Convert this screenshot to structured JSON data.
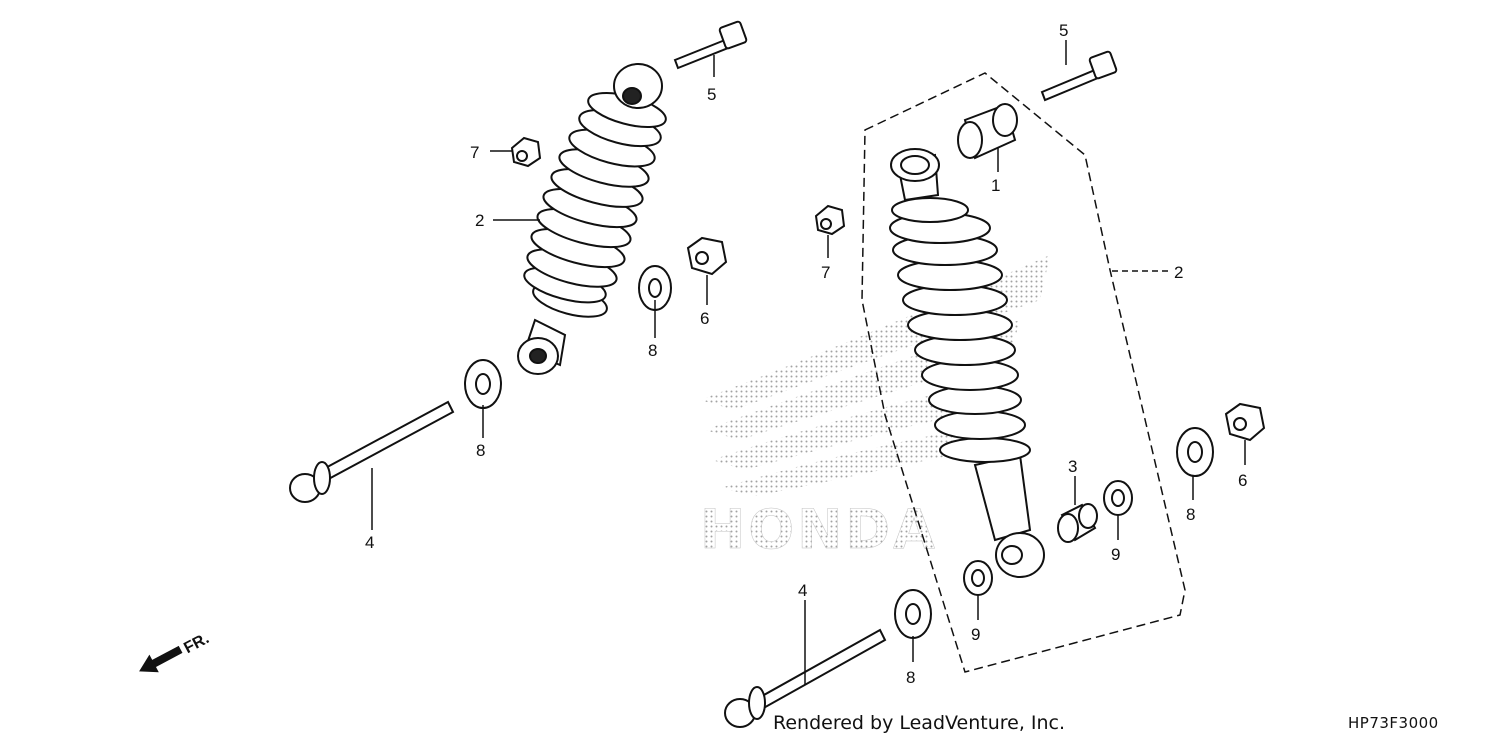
{
  "diagram": {
    "callouts": [
      {
        "id": "l-5a",
        "label": "5"
      },
      {
        "id": "l-7a",
        "label": "7"
      },
      {
        "id": "l-2a",
        "label": "2"
      },
      {
        "id": "l-8a",
        "label": "8"
      },
      {
        "id": "l-6a",
        "label": "6"
      },
      {
        "id": "l-8b",
        "label": "8"
      },
      {
        "id": "l-4a",
        "label": "4"
      },
      {
        "id": "l-5b",
        "label": "5"
      },
      {
        "id": "l-1",
        "label": "1"
      },
      {
        "id": "l-7b",
        "label": "7"
      },
      {
        "id": "l-2b",
        "label": "2"
      },
      {
        "id": "l-3",
        "label": "3"
      },
      {
        "id": "l-9a",
        "label": "9"
      },
      {
        "id": "l-9b",
        "label": "9"
      },
      {
        "id": "l-8c",
        "label": "8"
      },
      {
        "id": "l-6b",
        "label": "6"
      },
      {
        "id": "l-8d",
        "label": "8"
      },
      {
        "id": "l-4b",
        "label": "4"
      }
    ],
    "front_marker": "FR.",
    "watermark": "HONDA",
    "credit": "Rendered by LeadVenture, Inc.",
    "diagram_code": "HP73F3000"
  }
}
